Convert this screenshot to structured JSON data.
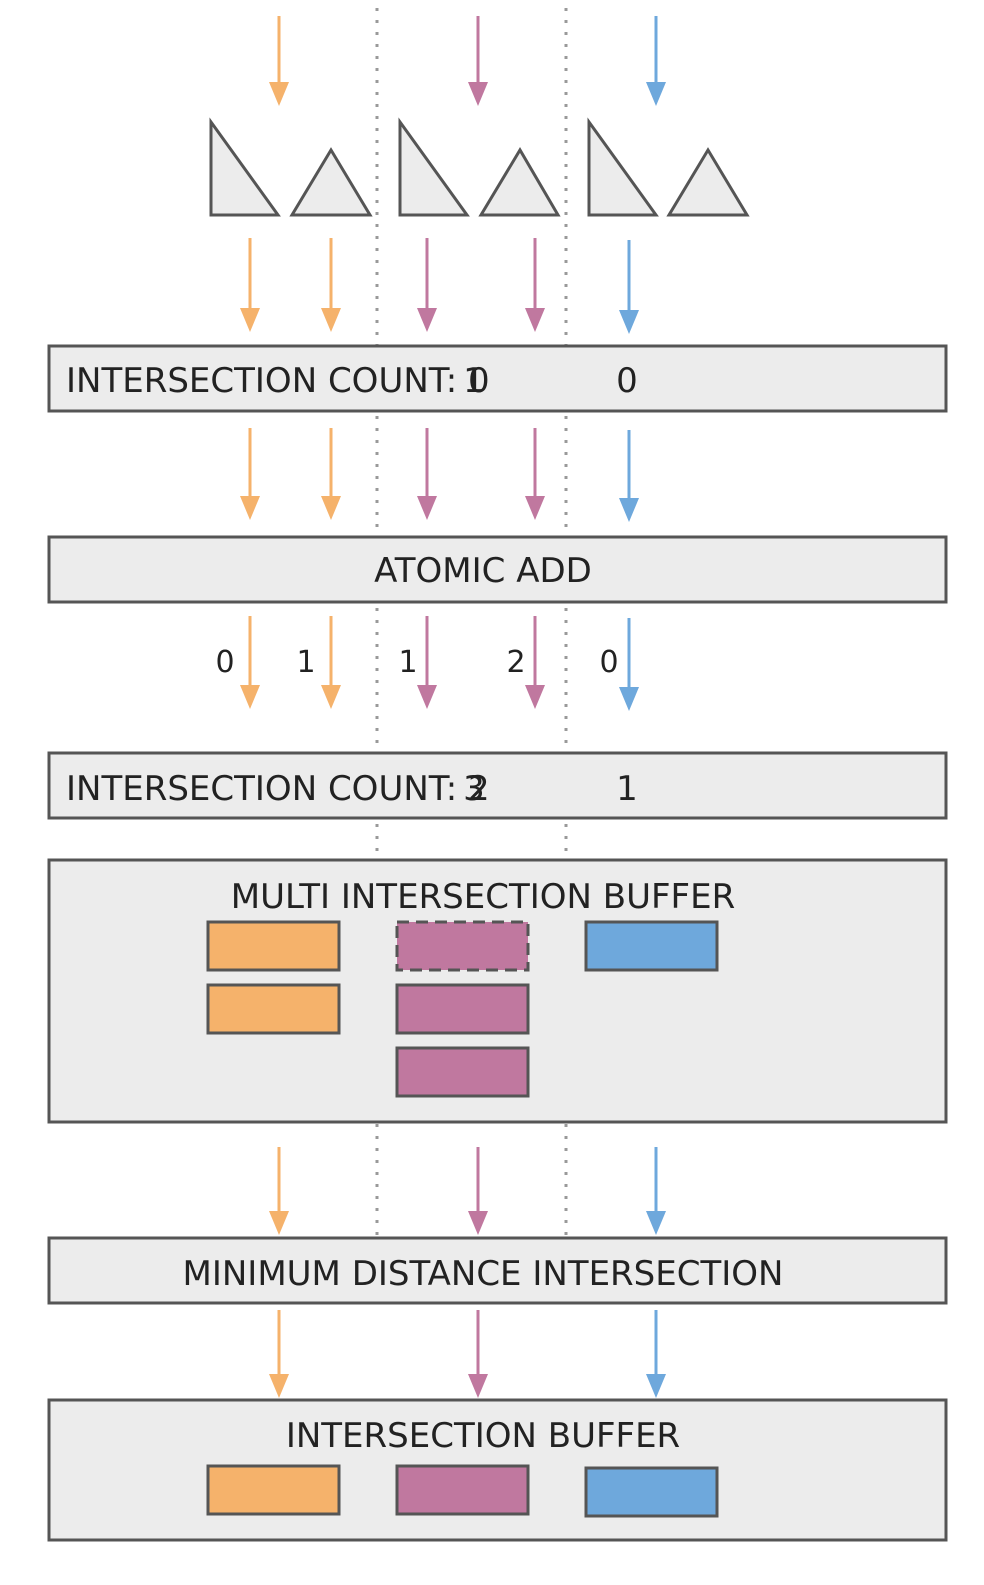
{
  "colors": {
    "orange": "#f5b26b",
    "magenta": "#c0789f",
    "blue": "#6ea8dc",
    "stage_fill": "#ececec",
    "stroke": "#555555"
  },
  "stages": {
    "count_before": {
      "label": "INTERSECTION COUNT: 0",
      "values": [
        "1",
        "0"
      ]
    },
    "atomic_add": {
      "label": "ATOMIC ADD",
      "returns": [
        "0",
        "1",
        "1",
        "2",
        "0"
      ]
    },
    "count_after": {
      "label": "INTERSECTION COUNT: 2",
      "values": [
        "3",
        "1"
      ]
    },
    "multi_buffer": {
      "label": "MULTI INTERSECTION BUFFER"
    },
    "min_distance": {
      "label": "MINIMUM DISTANCE INTERSECTION"
    },
    "intersection_buffer": {
      "label": "INTERSECTION BUFFER"
    }
  }
}
